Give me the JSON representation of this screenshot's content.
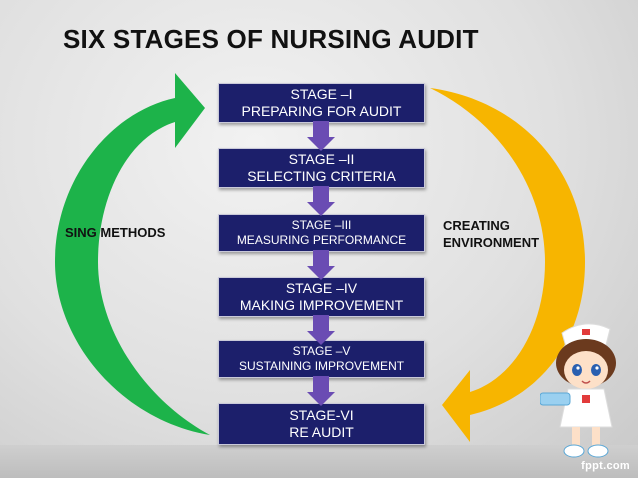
{
  "title": "SIX STAGES OF NURSING AUDIT",
  "stages": [
    {
      "line1": "STAGE –I",
      "line2": "PREPARING FOR AUDIT"
    },
    {
      "line1": "STAGE –II",
      "line2": "SELECTING CRITERIA"
    },
    {
      "line1": "STAGE –III",
      "line2": "MEASURING PERFORMANCE"
    },
    {
      "line1": "STAGE –IV",
      "line2": "MAKING IMPROVEMENT"
    },
    {
      "line1": "STAGE –V",
      "line2": "SUSTAINING IMPROVEMENT"
    },
    {
      "line1": "STAGE-VI",
      "line2": "RE AUDIT"
    }
  ],
  "left_label": "SING METHODS",
  "right_label": {
    "line1": "CREATING",
    "line2": "ENVIRONMENT"
  },
  "watermark": "fppt.com",
  "colors": {
    "stage_fill": "#1c1f6b",
    "left_arrow": "#1db34a",
    "right_arrow": "#f7b500",
    "connector": "#6a4cb3"
  }
}
